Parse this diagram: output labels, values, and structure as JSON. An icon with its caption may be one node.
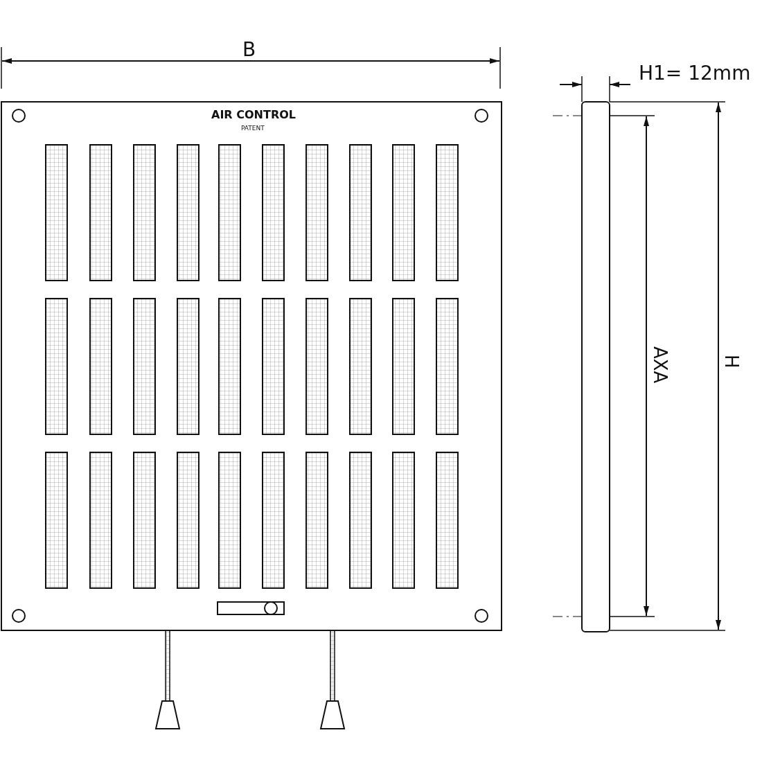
{
  "diagram": {
    "labels": [
      "B",
      "H1= 12mm",
      "AIR CONTROL",
      "PATENT",
      "AXA",
      "H"
    ]
  }
}
